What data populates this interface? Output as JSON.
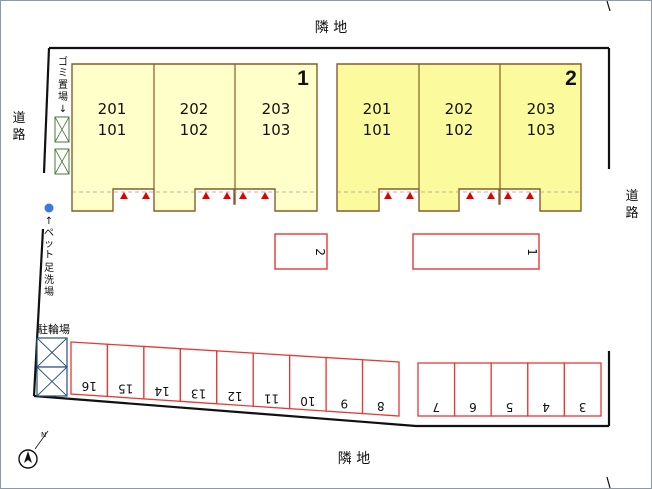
{
  "labels": {
    "neighbor_top": "隣 地",
    "neighbor_bottom": "隣 地",
    "road_left": [
      "道",
      "路"
    ],
    "road_right": [
      "道",
      "路"
    ],
    "garbage": [
      "ゴ",
      "ミ",
      "置",
      "場",
      "↓"
    ],
    "pet_wash": [
      "↑",
      "ペ",
      "ッ",
      "ト",
      "足",
      "洗",
      "場"
    ],
    "bicycle": "駐輪場"
  },
  "buildings": [
    {
      "number": "1",
      "color": "#ffffc9",
      "units": [
        {
          "upper": "201",
          "lower": "101"
        },
        {
          "upper": "202",
          "lower": "102"
        },
        {
          "upper": "203",
          "lower": "103"
        }
      ]
    },
    {
      "number": "2",
      "color": "#fbfb9e",
      "units": [
        {
          "upper": "201",
          "lower": "101"
        },
        {
          "upper": "202",
          "lower": "102"
        },
        {
          "upper": "203",
          "lower": "103"
        }
      ]
    }
  ],
  "small_spaces": [
    "2",
    "1"
  ],
  "parking_left": [
    "16",
    "15",
    "14",
    "13",
    "12",
    "11",
    "10",
    "9",
    "8"
  ],
  "parking_right": [
    "7",
    "6",
    "5",
    "4",
    "3"
  ],
  "colors": {
    "wall": "#8b5a2b",
    "parking_line": "#e53935",
    "entrance_marker": "#e00000",
    "pet_dot": "#3a7bd5",
    "boundary": "#111111"
  }
}
